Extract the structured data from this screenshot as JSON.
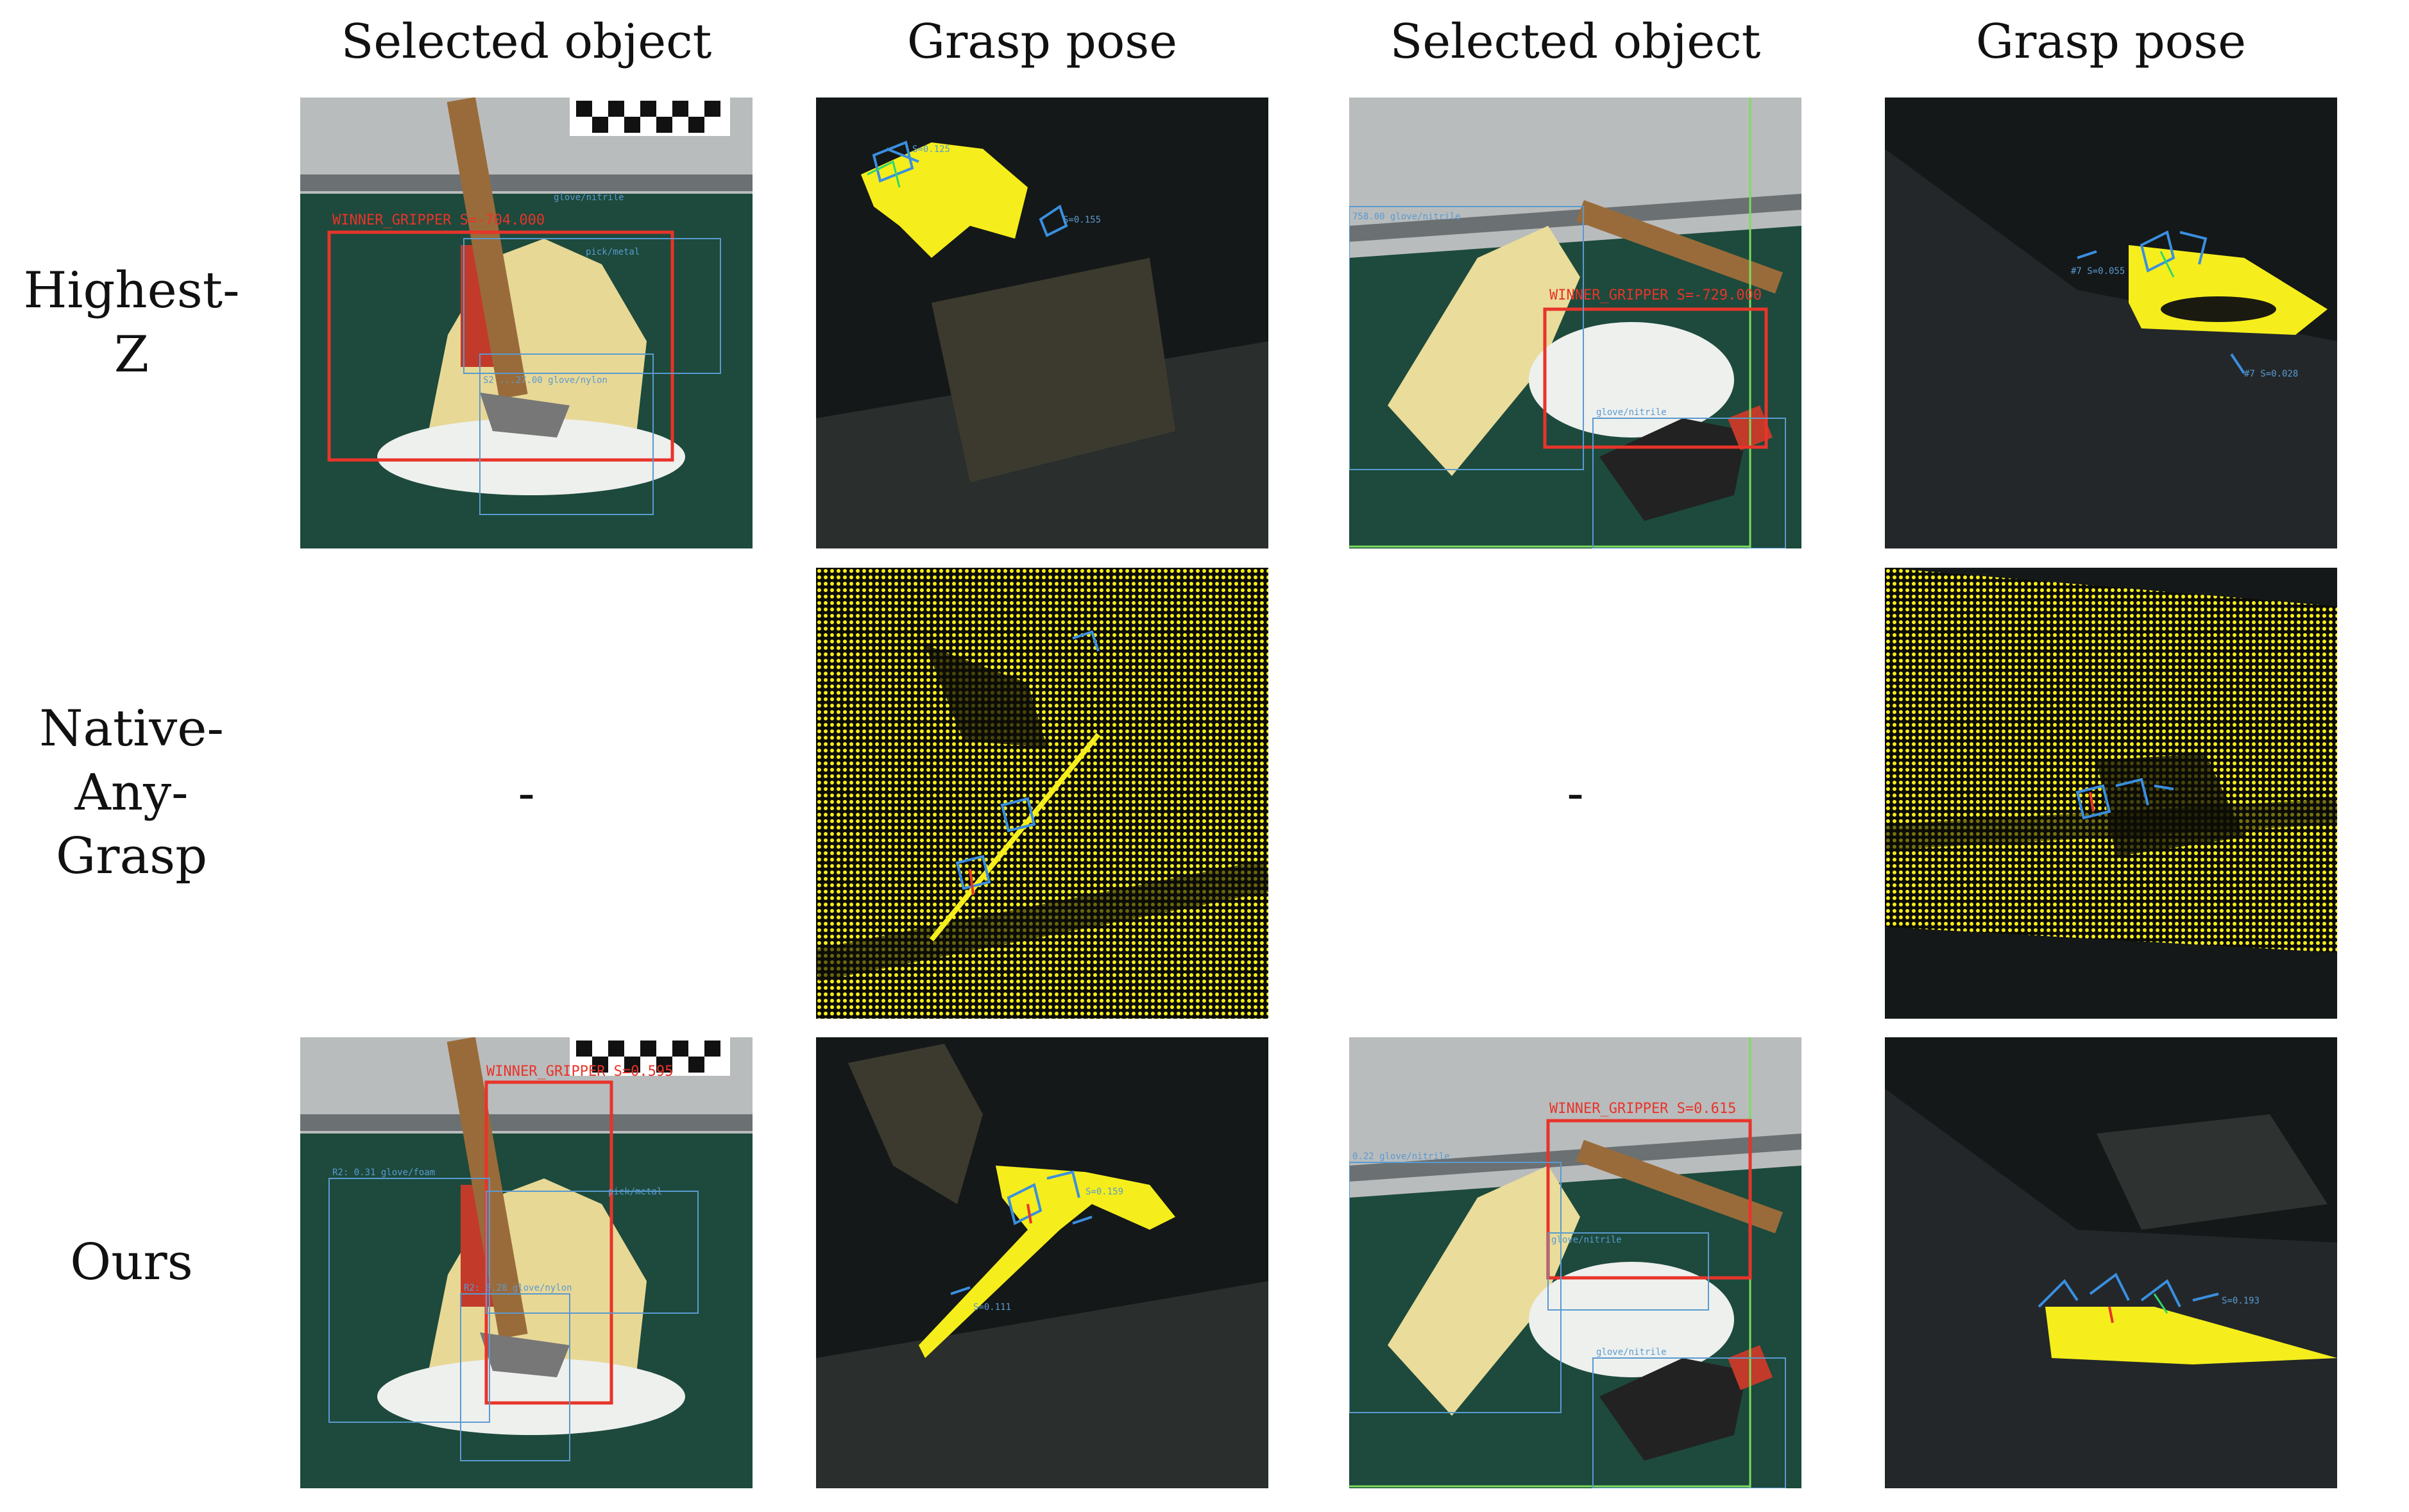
{
  "column_headers": [
    "Selected object",
    "Grasp pose",
    "Selected object",
    "Grasp pose"
  ],
  "rows": [
    {
      "label_lines": [
        "Highest-",
        "Z"
      ],
      "scene1_box_label": "WINNER_GRIPPER S=-704.000",
      "scene1_tags": [
        "glove/nitrile",
        "pick/metal",
        "S2 ...27.00 glove/nylon"
      ],
      "pose1_tags": [
        "S=0.125",
        "S=0.155"
      ],
      "scene2_box_label": "WINNER_GRIPPER S=-729.000",
      "scene2_tags": [
        "758.00 glove/nitrile",
        "glove/nitrile"
      ],
      "pose2_tags": [
        "#7 S=0.055",
        "#7 S=0.028"
      ]
    },
    {
      "label_lines": [
        "Native-",
        "Any-",
        "Grasp"
      ],
      "dash": "-"
    },
    {
      "label_lines": [
        "Ours"
      ],
      "scene1_box_label": "WINNER_GRIPPER S=0.595",
      "scene1_tags": [
        "R2: 0.31 glove/foam",
        "pick/metal",
        "R2: 0.28 glove/nylon"
      ],
      "pose1_tags": [
        "S=0.159",
        "S=0.111"
      ],
      "scene2_box_label": "WINNER_GRIPPER S=0.615",
      "scene2_tags": [
        "0.22 glove/nitrile",
        "glove/nitrile",
        "glove/nitrile"
      ],
      "pose2_tags": [
        "S=0.193"
      ]
    }
  ],
  "colors": {
    "selection_box": "#e8342a",
    "info_box": "#5a9ad0",
    "grasp_marker": "#3a8fe0",
    "point_cloud_highlight": "#f5ee1c",
    "mat_green": "#1d4a3c",
    "boundary_line": "#7cdc5c"
  }
}
